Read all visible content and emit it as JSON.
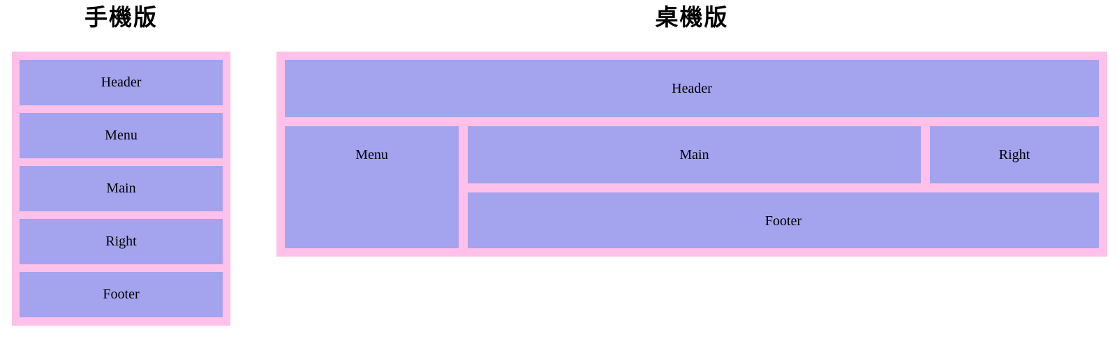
{
  "colors": {
    "container_pink": "#ffc0e9",
    "box_purple": "#a3a3ee",
    "title_text": "#000000",
    "label_text": "#000000",
    "page_background": "#ffffff"
  },
  "mobile_panel": {
    "title": "手機版",
    "boxes": [
      "Header",
      "Menu",
      "Main",
      "Right",
      "Footer"
    ]
  },
  "desktop_panel": {
    "title": "桌機版",
    "boxes": {
      "header": "Header",
      "menu": "Menu",
      "main": "Main",
      "right": "Right",
      "footer": "Footer"
    }
  }
}
